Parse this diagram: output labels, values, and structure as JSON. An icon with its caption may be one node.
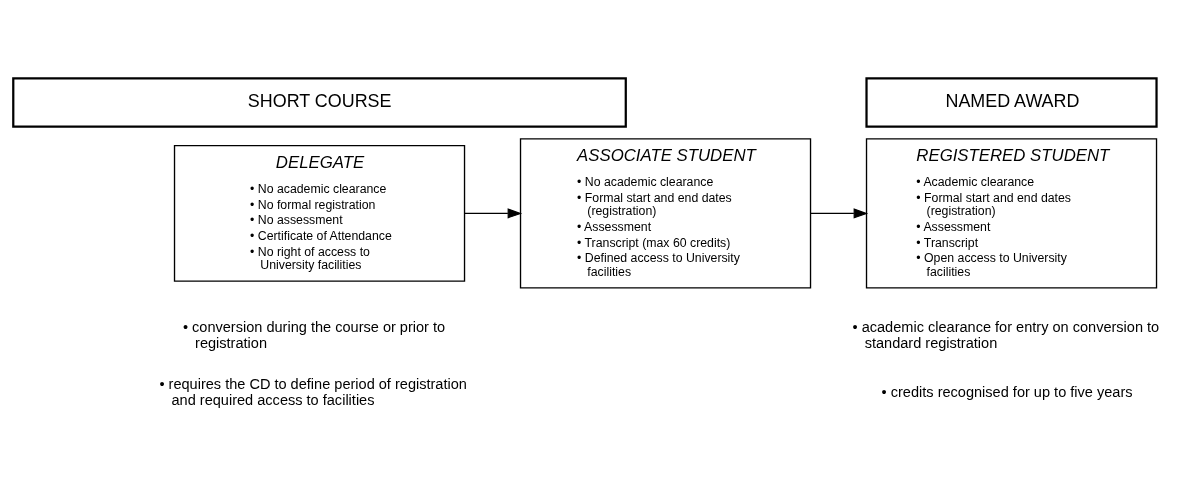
{
  "diagram": {
    "nodes": [
      {
        "text": [
          "SHORT COURSE"
        ]
      },
      {
        "text": [
          "NAMED AWARD"
        ]
      },
      {
        "text": [
          "DELEGATE",
          "• No academic clearance",
          "• No formal registration",
          "• No assessment",
          "• Certificate of Attendance",
          "• No right of access to University facilities"
        ]
      },
      {
        "text": [
          "ASSOCIATE STUDENT",
          "• No academic clearance",
          "• Formal start and end dates (registration)",
          "• Assessment",
          "• Transcript (max 60 credits)",
          "• Defined access to University facilities"
        ]
      },
      {
        "text": [
          "REGISTERED STUDENT",
          "• Academic clearance",
          "• Formal start and end dates (registration)",
          "• Assessment",
          "• Transcript",
          "• Open access to University facilities"
        ]
      }
    ],
    "edges": [
      {
        "from": 2,
        "to": 3,
        "arrow": "to"
      },
      {
        "from": 3,
        "to": 4,
        "arrow": "to"
      }
    ],
    "labels": [
      "• conversion during the course or prior to registration",
      "• requires the CD to define period of registration and required access to facilities",
      "• academic clearance for entry on conversion to standard registration",
      "• credits recognised for up to five years"
    ]
  }
}
